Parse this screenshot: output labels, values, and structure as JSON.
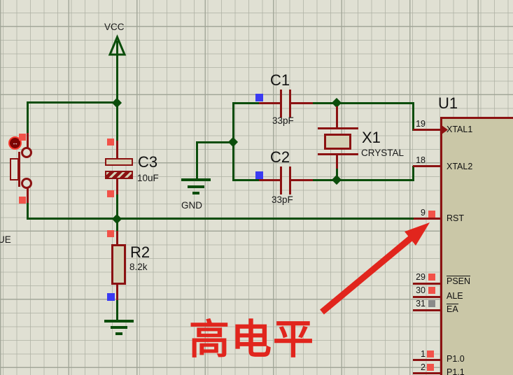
{
  "colors": {
    "background": "#e0e0d3",
    "grid_minor": "#adb1a3",
    "grid_major": "#a0a496",
    "wire_green": "#0b4d0b",
    "pin_maroon": "#8b1212",
    "component_fill": "#d5d2b6",
    "chip_fill": "#cac7a7",
    "annotation_red": "#e1251d",
    "state_high": "#f25249",
    "state_low": "#3b3bf2",
    "state_floating": "#8a8a8a"
  },
  "power": {
    "vcc_label": "VCC",
    "gnd_label": "GND"
  },
  "components": {
    "c1": {
      "ref": "C1",
      "value": "33pF"
    },
    "c2": {
      "ref": "C2",
      "value": "33pF"
    },
    "c3": {
      "ref": "C3",
      "value": "10uF"
    },
    "r2": {
      "ref": "R2",
      "value": "8.2k"
    },
    "x1": {
      "ref": "X1",
      "value": "CRYSTAL"
    },
    "button": {
      "clipped_label": "UE",
      "actuator_glyph": "↔"
    }
  },
  "chip": {
    "ref": "U1",
    "pins": [
      {
        "number": "19",
        "name": "XTAL1"
      },
      {
        "number": "18",
        "name": "XTAL2"
      },
      {
        "number": "9",
        "name": "RST",
        "state": "high"
      },
      {
        "number": "29",
        "name": "PSEN",
        "overline": true,
        "state": "high"
      },
      {
        "number": "30",
        "name": "ALE",
        "state": "high"
      },
      {
        "number": "31",
        "name": "EA",
        "overline": true,
        "state": "floating"
      },
      {
        "number": "1",
        "name": "P1.0",
        "state": "high"
      },
      {
        "number": "2",
        "name": "P1.1",
        "state": "high"
      }
    ]
  },
  "annotation": {
    "text": "高电平"
  }
}
